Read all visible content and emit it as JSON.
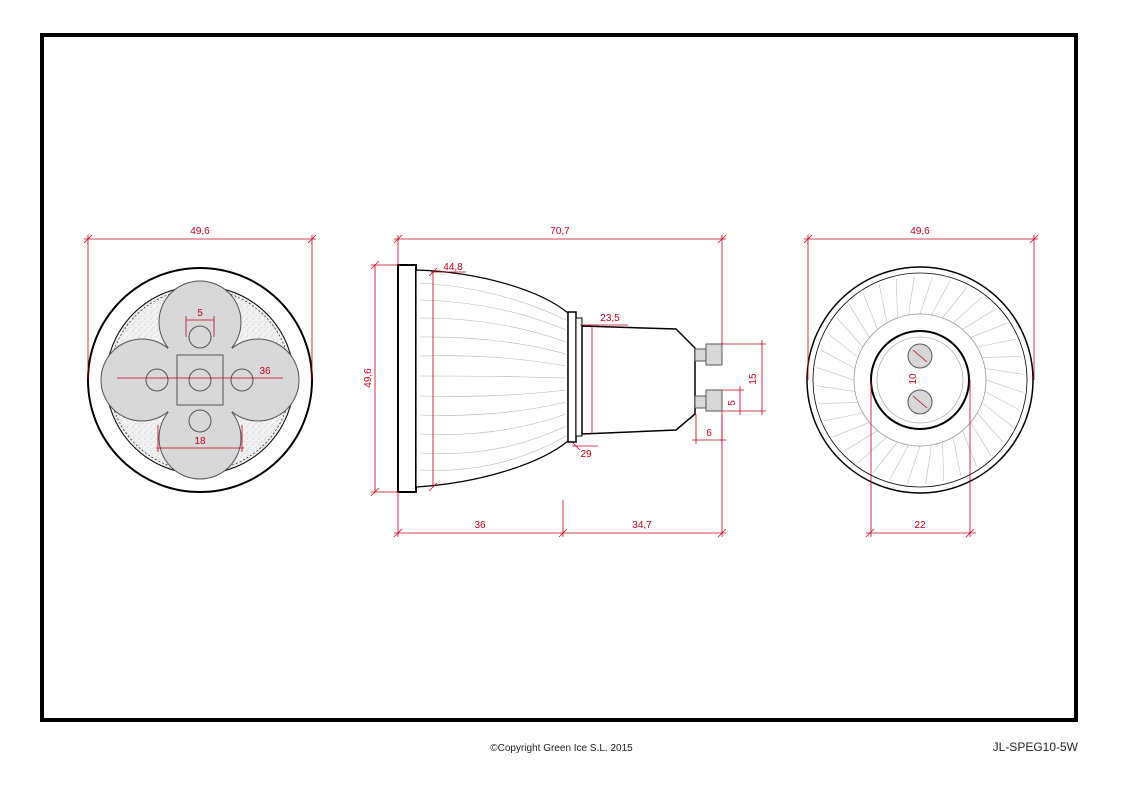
{
  "colors": {
    "dimension": "#c4001a",
    "outline": "#000000",
    "led_fill": "#d8d8d8",
    "fine_line": "#9a9a9a"
  },
  "front_view": {
    "overall_diameter": "49,6",
    "led_diameter": "5",
    "led_cluster_width": "36",
    "led_spacing": "18"
  },
  "side_view": {
    "overall_length": "70,7",
    "face_thickness": "44,8",
    "face_diameter": "49,6",
    "neck_diameter": "23,5",
    "neck_base": "29",
    "pin_spacing": "15",
    "pin_diameter": "5",
    "pin_length": "6",
    "body_length": "36",
    "base_length": "34,7"
  },
  "rear_view": {
    "overall_diameter": "49,6",
    "pin_spacing": "10",
    "base_diameter": "22"
  },
  "footer": {
    "copyright": "©Copyright Green Ice S.L. 2015",
    "model_code": "JL-SPEG10-5W"
  }
}
